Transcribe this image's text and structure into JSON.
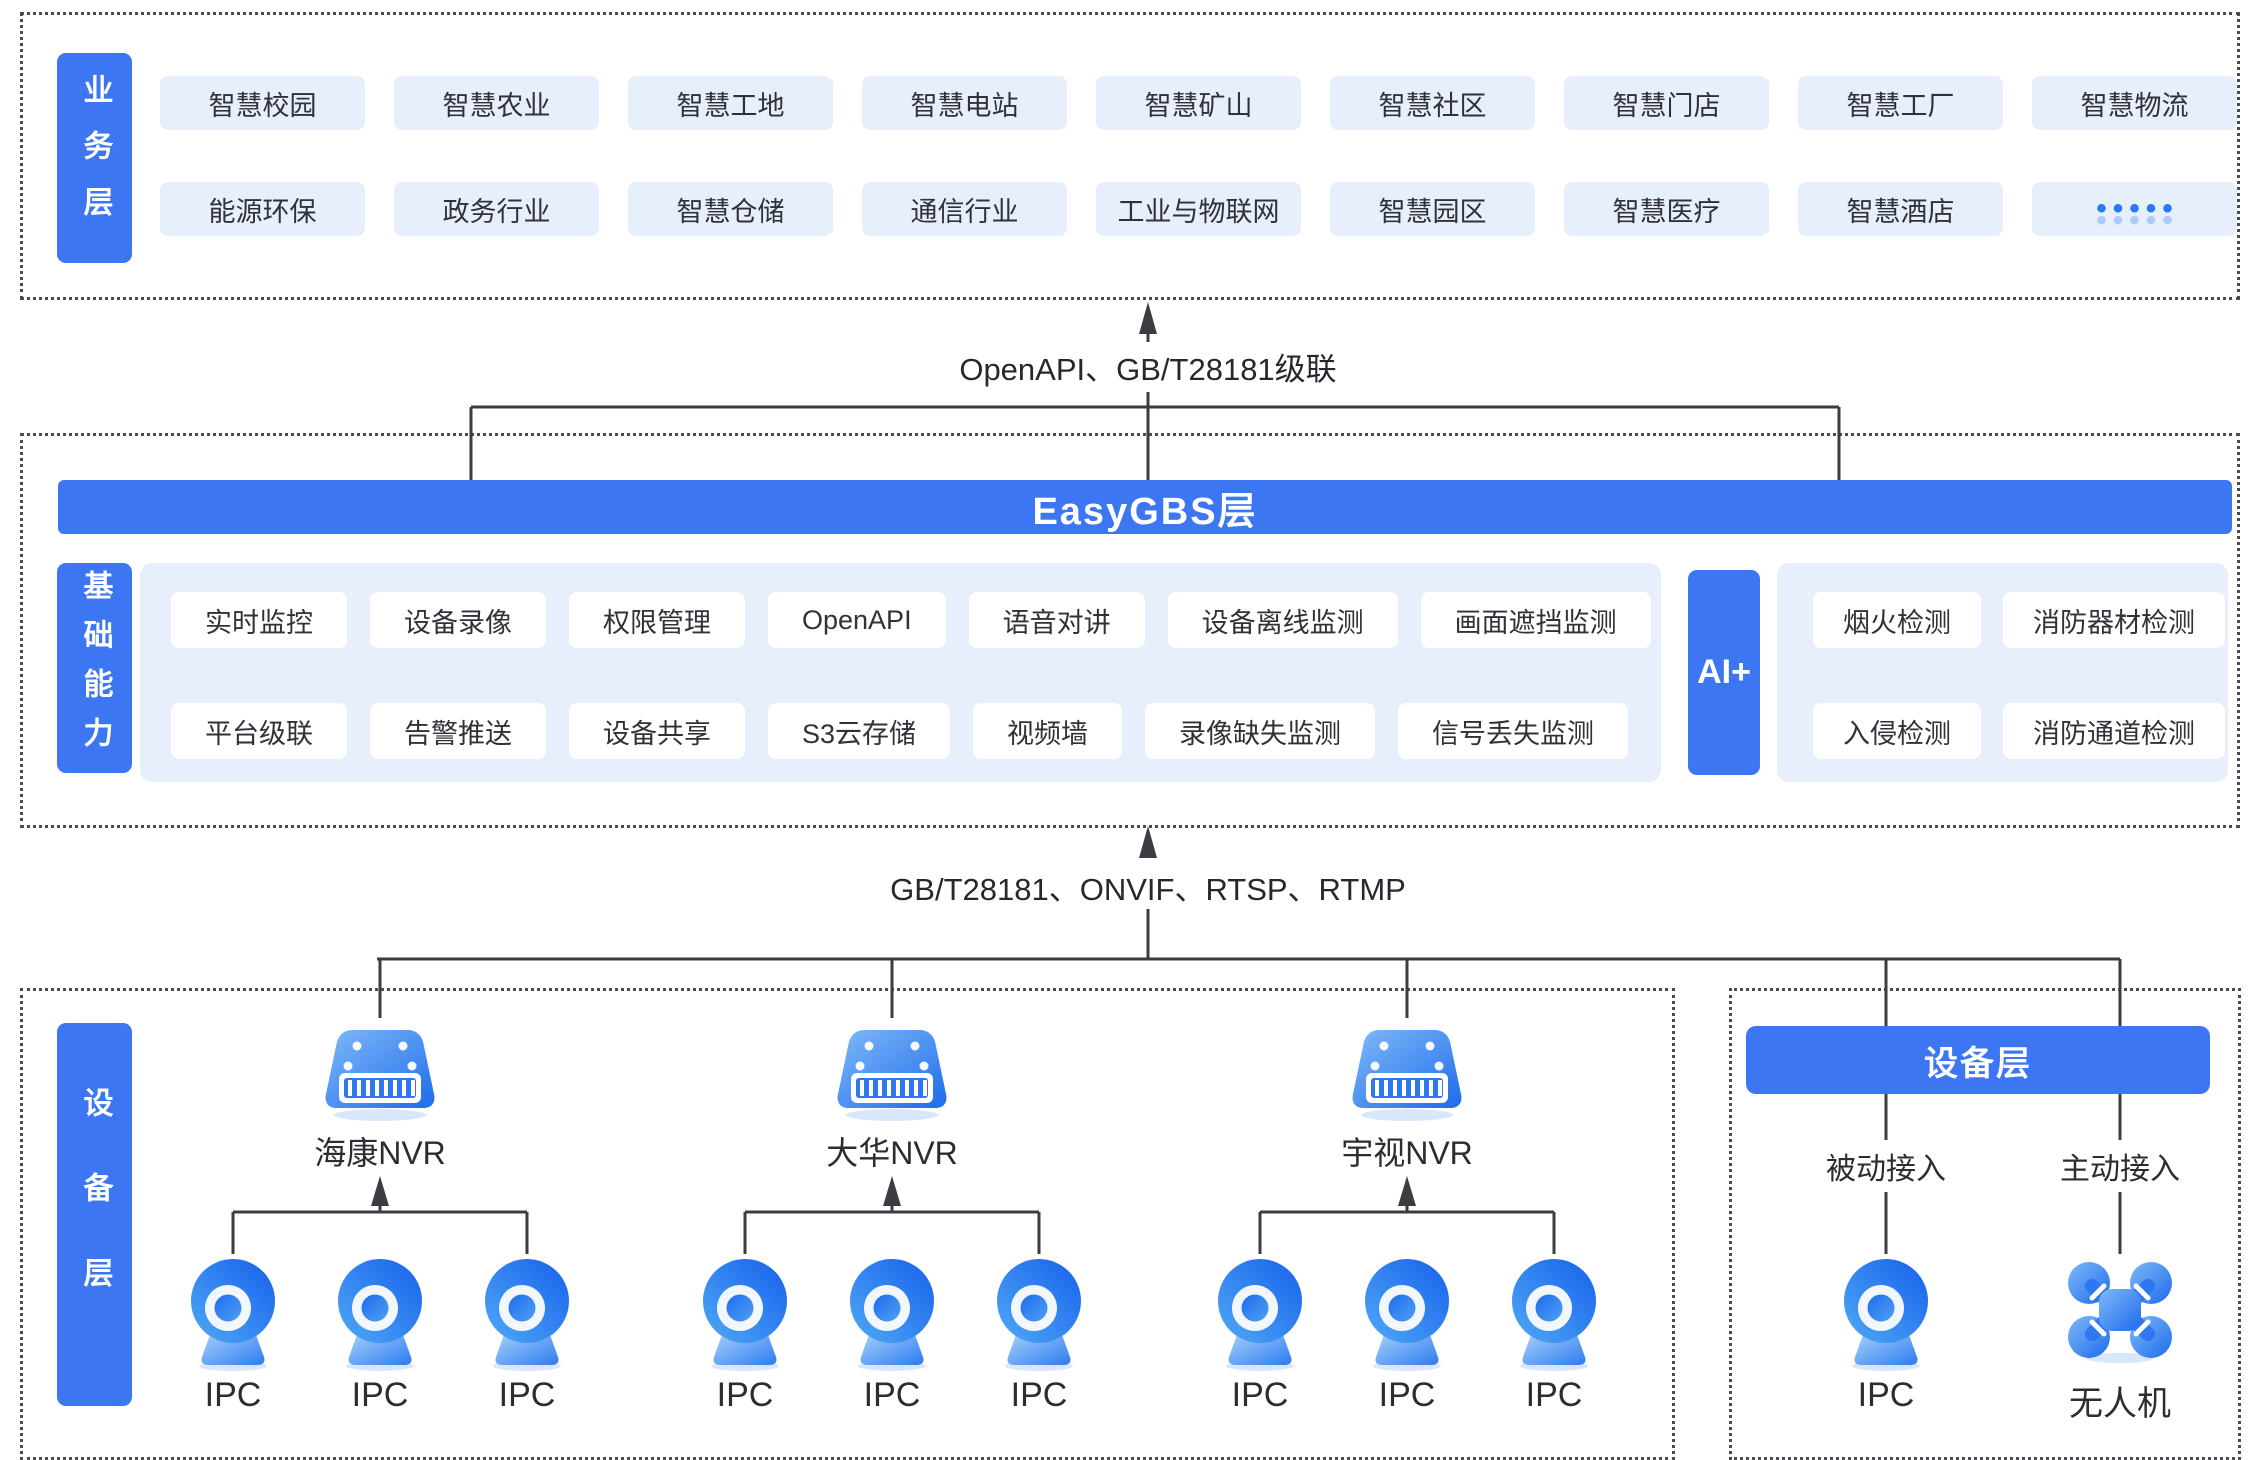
{
  "colors": {
    "primary_blue": "#3D76F2",
    "chip_bg": "#E7EEFC",
    "line": "#3B3D42",
    "dots_accent": "#2979F2",
    "icon_blue_light": "#7FB9F8",
    "icon_blue_dark": "#1E6BEC"
  },
  "business_layer": {
    "label": "业务层",
    "row1": [
      "智慧校园",
      "智慧农业",
      "智慧工地",
      "智慧电站",
      "智慧矿山",
      "智慧社区",
      "智慧门店",
      "智慧工厂",
      "智慧物流"
    ],
    "row2": [
      "能源环保",
      "政务行业",
      "智慧仓储",
      "通信行业",
      "工业与物联网",
      "智慧园区",
      "智慧医疗",
      "智慧酒店"
    ],
    "more": "•••••"
  },
  "links": {
    "top": "OpenAPI、GB/T28181级联",
    "bottom": "GB/T28181、ONVIF、RTSP、RTMP"
  },
  "easygbs": {
    "banner": "EasyGBS层",
    "side_label": "基础能力",
    "cap_row1": [
      "实时监控",
      "设备录像",
      "权限管理",
      "OpenAPI",
      "语音对讲",
      "设备离线监测",
      "画面遮挡监测"
    ],
    "cap_row2": [
      "平台级联",
      "告警推送",
      "设备共享",
      "S3云存储",
      "视频墙",
      "录像缺失监测",
      "信号丢失监测"
    ],
    "ai_label": "AI+",
    "ai_row1": [
      "烟火检测",
      "消防器材检测"
    ],
    "ai_row2": [
      "入侵检测",
      "消防通道检测"
    ]
  },
  "devices_left": {
    "label": "设备层",
    "groups": [
      {
        "nvr": "海康NVR"
      },
      {
        "nvr": "大华NVR"
      },
      {
        "nvr": "宇视NVR"
      }
    ],
    "ipc_label": "IPC"
  },
  "devices_right": {
    "banner": "设备层",
    "passive_label": "被动接入",
    "active_label": "主动接入",
    "passive_device": "IPC",
    "active_device": "无人机"
  }
}
